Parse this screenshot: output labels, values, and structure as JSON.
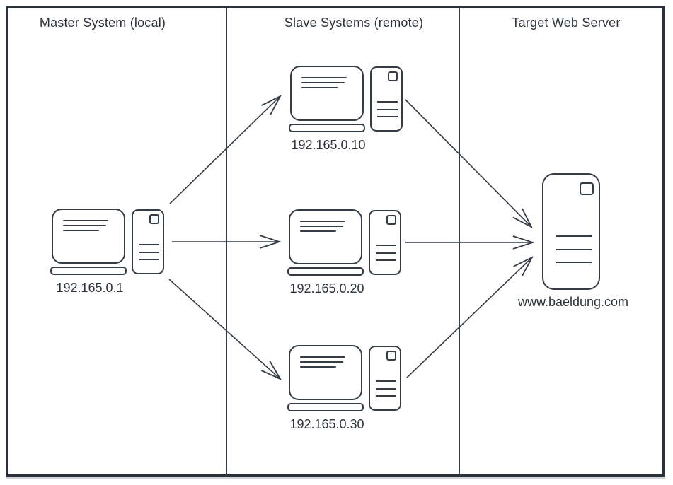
{
  "diagram": {
    "columns": [
      {
        "id": "master",
        "title": "Master System (local)"
      },
      {
        "id": "slaves",
        "title": "Slave Systems (remote)"
      },
      {
        "id": "target",
        "title": "Target Web Server"
      }
    ],
    "nodes": {
      "master": {
        "type": "computer",
        "label": "192.165.0.1"
      },
      "slave1": {
        "type": "computer",
        "label": "192.165.0.10"
      },
      "slave2": {
        "type": "computer",
        "label": "192.165.0.20"
      },
      "slave3": {
        "type": "computer",
        "label": "192.165.0.30"
      },
      "target": {
        "type": "server",
        "label": "www.baeldung.com"
      }
    },
    "connections": [
      {
        "from": "192.165.0.1",
        "to": "192.165.0.10"
      },
      {
        "from": "192.165.0.1",
        "to": "192.165.0.20"
      },
      {
        "from": "192.165.0.1",
        "to": "192.165.0.30"
      },
      {
        "from": "192.165.0.10",
        "to": "www.baeldung.com"
      },
      {
        "from": "192.165.0.20",
        "to": "www.baeldung.com"
      },
      {
        "from": "192.165.0.30",
        "to": "www.baeldung.com"
      }
    ],
    "colors": {
      "stroke": "#363c45",
      "frame_border": "#2b303a",
      "text": "#2e333b",
      "background": "#ffffff"
    }
  }
}
